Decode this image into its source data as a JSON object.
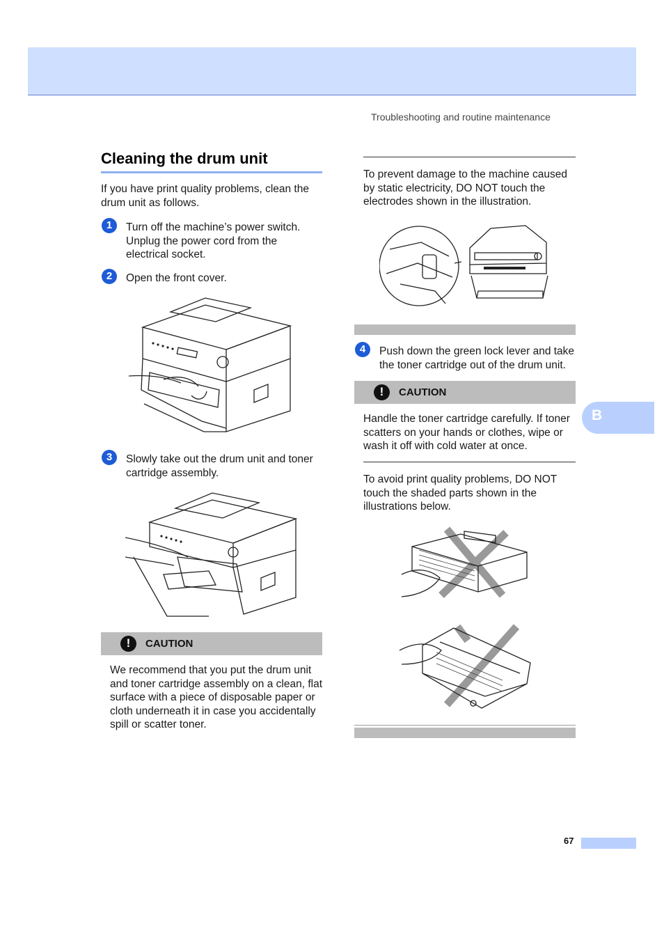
{
  "header": {
    "running_title": "Troubleshooting and routine maintenance"
  },
  "section": {
    "title": "Cleaning the drum unit",
    "intro": "If you have print quality problems, clean the drum unit as follows."
  },
  "steps": [
    {
      "num": "1",
      "text": "Turn off the machine’s power switch. Unplug the power cord from the electrical socket."
    },
    {
      "num": "2",
      "text": "Open the front cover."
    },
    {
      "num": "3",
      "text": "Slowly take out the drum unit and toner cartridge assembly."
    },
    {
      "num": "4",
      "text": "Push down the green lock lever and take the toner cartridge out of the drum unit."
    }
  ],
  "caution_left": {
    "label": "CAUTION",
    "text": "We recommend that you put the drum unit and toner cartridge assembly on a clean, flat surface with a piece of disposable paper or cloth underneath it in case you accidentally spill or scatter toner."
  },
  "note_static": "To prevent damage to the machine caused by static electricity, DO NOT touch the electrodes shown in the illustration.",
  "caution_right": {
    "label": "CAUTION",
    "text": "Handle the toner cartridge carefully. If toner scatters on your hands or clothes, wipe or wash it off with cold water at once."
  },
  "note_quality": "To avoid print quality problems, DO NOT touch the shaded parts shown in the illustrations below.",
  "side_tab": "B",
  "page_number": "67",
  "colors": {
    "header_band": "#cfdfff",
    "step_badge": "#1e5bd6",
    "caution_bar": "#bcbcbc",
    "tab": "#b9d0ff"
  }
}
